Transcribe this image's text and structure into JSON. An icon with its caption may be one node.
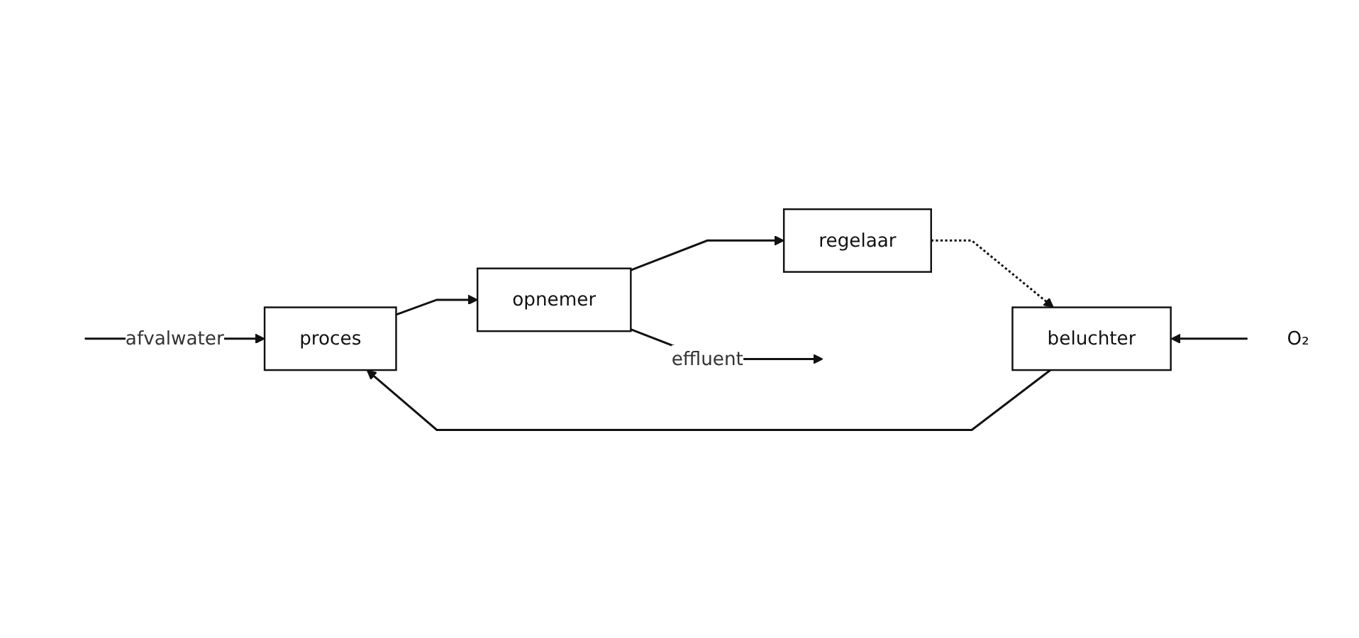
{
  "diagram": {
    "nodes": [
      {
        "text": [
          "proces"
        ]
      },
      {
        "text": [
          "opnemer"
        ]
      },
      {
        "text": [
          "regelaar"
        ]
      },
      {
        "text": [
          "beluchter"
        ]
      },
      {
        "text": [
          "O₂"
        ]
      }
    ],
    "edges": [
      {
        "from": null,
        "to": 0,
        "arrow": "to",
        "label": "afvalwater"
      },
      {
        "from": 0,
        "to": 1,
        "arrow": "to"
      },
      {
        "from": 1,
        "to": null,
        "arrow": "to",
        "label": "effluent"
      },
      {
        "from": 1,
        "to": 2,
        "arrow": "to"
      },
      {
        "from": 2,
        "to": 3,
        "arrow": "to",
        "style": "dashed"
      },
      {
        "from": 3,
        "to": 0,
        "arrow": "to"
      },
      {
        "from": 4,
        "to": 3,
        "arrow": "to"
      }
    ]
  }
}
